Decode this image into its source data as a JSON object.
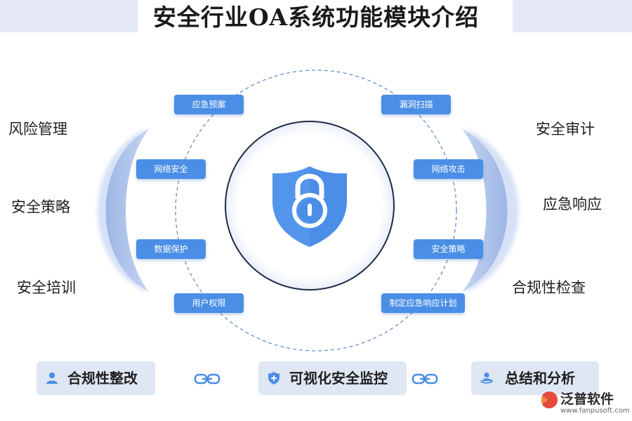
{
  "title": "安全行业OA系统功能模块介绍",
  "left_labels": [
    "风险管理",
    "安全策略",
    "安全培训"
  ],
  "right_labels": [
    "安全审计",
    "应急响应",
    "合规性检查"
  ],
  "pills_left": [
    "应急预案",
    "网络安全",
    "数据保护",
    "用户权限"
  ],
  "pills_right": [
    "漏洞扫描",
    "网络攻击",
    "安全策略",
    "制定应急响应计划"
  ],
  "center_icon": "shield-lock-icon",
  "bottom_buttons": [
    {
      "label": "合规性整改",
      "icon": "user-icon"
    },
    {
      "label": "可视化安全监控",
      "icon": "shield-plus-icon"
    },
    {
      "label": "总结和分析",
      "icon": "user-sync-icon"
    }
  ],
  "logo": {
    "name": "泛普软件",
    "url": "www.fanpusoft.com"
  },
  "colors": {
    "accent": "#4a8ee6",
    "crescent": "#9fb8e6",
    "title_band": "#e5e9f5",
    "button_bg": "#dfe6f4"
  }
}
